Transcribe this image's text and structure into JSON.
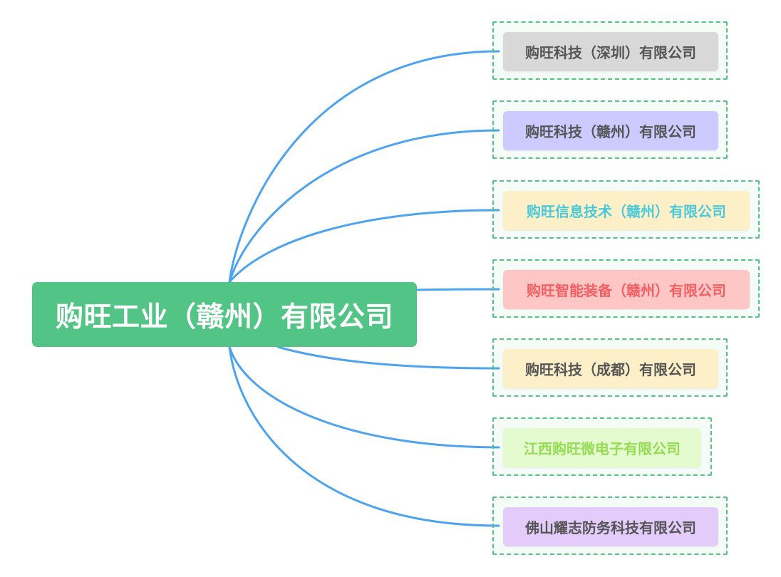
{
  "colors": {
    "root_fill": "#52c486",
    "root_text": "#ffffff",
    "connector": "#4da3ee",
    "frame_border": "#52c486"
  },
  "root": {
    "label": "购旺工业（赣州）有限公司"
  },
  "children": [
    {
      "label": "购旺科技（深圳）有限公司",
      "fill": "#d8d8d8",
      "text_color": "#555555"
    },
    {
      "label": "购旺科技（赣州）有限公司",
      "fill": "#cdcaff",
      "text_color": "#555555"
    },
    {
      "label": "购旺信息技术（赣州）有限公司",
      "fill": "#fdf0c8",
      "text_color": "#4cc9d8"
    },
    {
      "label": "购旺智能装备（赣州）有限公司",
      "fill": "#ffc6c6",
      "text_color": "#f25f62"
    },
    {
      "label": "购旺科技（成都）有限公司",
      "fill": "#fdf0c8",
      "text_color": "#555555"
    },
    {
      "label": "江西购旺微电子有限公司",
      "fill": "#e4fbcf",
      "text_color": "#95dc54"
    },
    {
      "label": "佛山耀志防务科技有限公司",
      "fill": "#e3cbfa",
      "text_color": "#555555"
    }
  ]
}
